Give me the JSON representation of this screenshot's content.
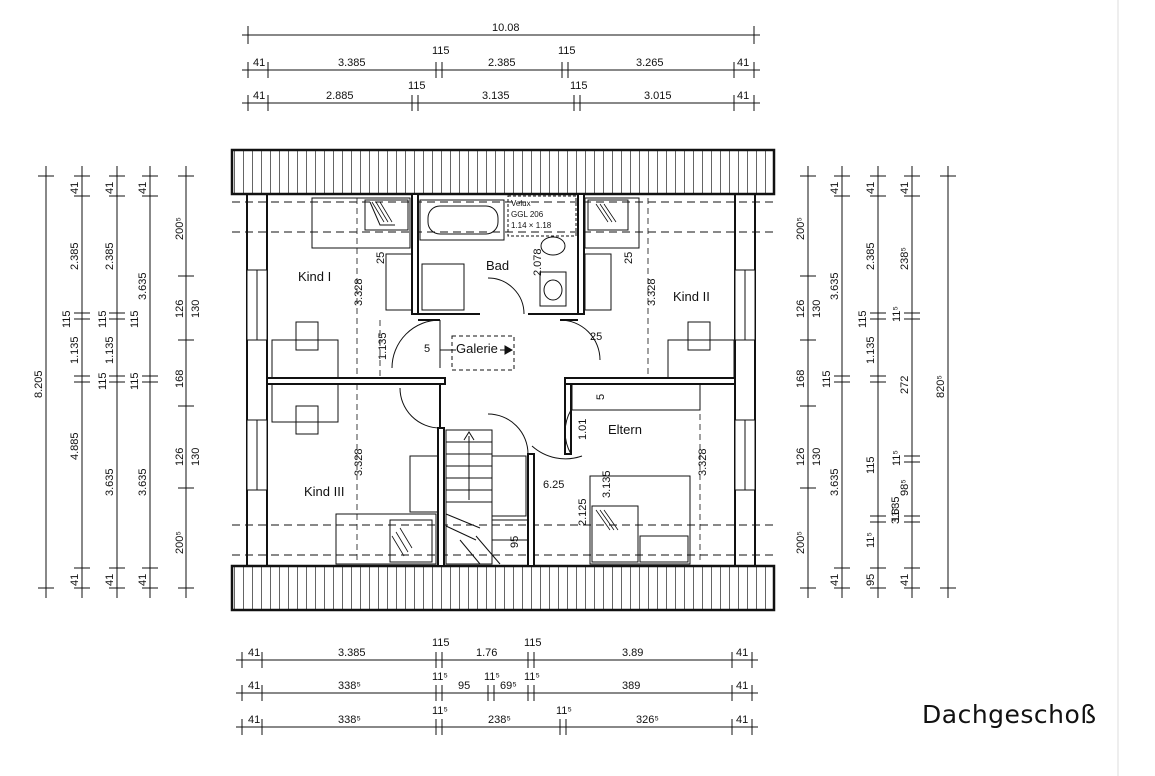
{
  "title": "Dachgeschoß",
  "rooms": {
    "kind1": "Kind I",
    "kind2": "Kind II",
    "kind3": "Kind III",
    "bad": "Bad",
    "galerie": "Galerie",
    "eltern": "Eltern"
  },
  "velux": [
    "Velux",
    "GGL 206",
    "1.14 × 1.18"
  ],
  "top_dims": {
    "row1": [
      "10.08"
    ],
    "row2": [
      "41",
      "3.385",
      "115",
      "2.385",
      "115",
      "3.265",
      "41"
    ],
    "row3": [
      "41",
      "2.885",
      "115",
      "3.135",
      "115",
      "3.015",
      "41"
    ]
  },
  "bottom_dims": {
    "row1": [
      "41",
      "3.385",
      "115",
      "1.76",
      "115",
      "3.89",
      "41"
    ],
    "row2": [
      "41",
      "338⁵",
      "11⁵",
      "95",
      "11⁵",
      "69⁵",
      "11⁵",
      "389",
      "41"
    ],
    "row3": [
      "41",
      "338⁵",
      "11⁵",
      "238⁵",
      "11⁵",
      "326⁵",
      "41"
    ]
  },
  "left_dims": {
    "col1": [
      "8.205"
    ],
    "col2": [
      "41",
      "2.385",
      "115",
      "1.135",
      "115",
      "4.885",
      "41"
    ],
    "col3": [
      "41",
      "2.385",
      "115",
      "1.135",
      "115",
      "3.635",
      "41"
    ],
    "col4": [
      "41",
      "3.635",
      "115",
      "3.635",
      "41"
    ],
    "col5": [
      "200⁵",
      "126",
      "130",
      "168",
      "126",
      "130",
      "200⁵"
    ]
  },
  "right_dims": {
    "col1": [
      "200⁵",
      "126",
      "130",
      "168",
      "126",
      "130",
      "200⁵"
    ],
    "col2": [
      "41",
      "3.635",
      "115",
      "3.635",
      "41"
    ],
    "col3": [
      "41",
      "2.385",
      "115",
      "1.135",
      "115",
      "3.635",
      "11⁵",
      "95",
      "41"
    ],
    "col4": [
      "41",
      "238⁵",
      "11⁵",
      "272",
      "11⁵",
      "98⁵",
      "11⁵",
      "41"
    ],
    "col5": [
      "820⁵"
    ]
  },
  "inner_dims": [
    "25",
    "3.328",
    "1.135",
    "5",
    "2.078",
    "25",
    "3.328",
    "25",
    "5",
    "1.01",
    "3.328",
    "3.135",
    "6.25",
    "2.125",
    "3.328",
    "95"
  ]
}
